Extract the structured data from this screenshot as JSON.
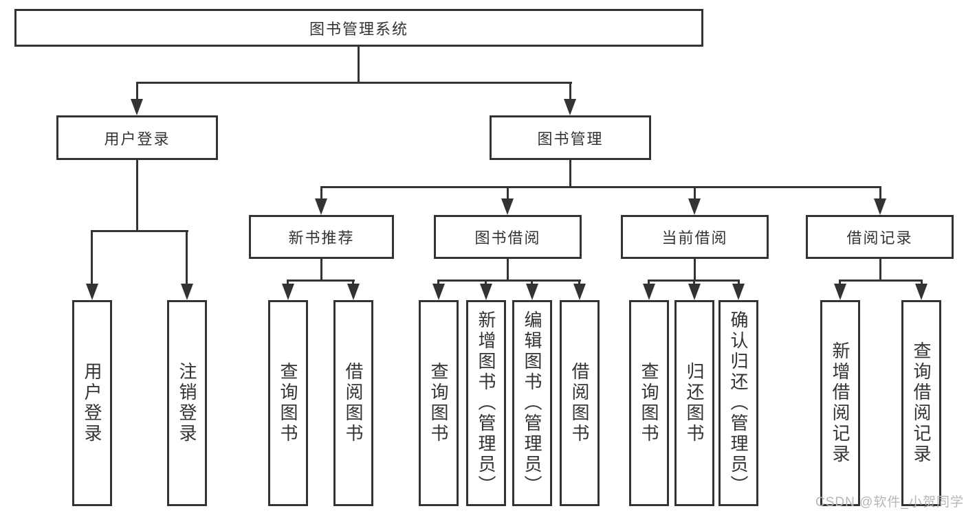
{
  "tree": {
    "root": "图书管理系统",
    "branches": [
      {
        "label": "用户登录",
        "leaves": [
          "用户登录",
          "注销登录"
        ]
      },
      {
        "label": "图书管理",
        "children": [
          {
            "label": "新书推荐",
            "leaves": [
              "查询图书",
              "借阅图书"
            ]
          },
          {
            "label": "图书借阅",
            "leaves": [
              "查询图书",
              "新增图书（管理员）",
              "编辑图书（管理员）",
              "借阅图书"
            ]
          },
          {
            "label": "当前借阅",
            "leaves": [
              "查询图书",
              "归还图书",
              "确认归还（管理员）"
            ]
          },
          {
            "label": "借阅记录",
            "leaves": [
              "新增借阅记录",
              "查询借阅记录"
            ]
          }
        ]
      }
    ]
  },
  "watermark": {
    "text": "CSDN @软件_小贺同学"
  },
  "colors": {
    "line": "#333333",
    "text": "#333333",
    "background": "#ffffff",
    "watermark": "#b7b7b7"
  }
}
